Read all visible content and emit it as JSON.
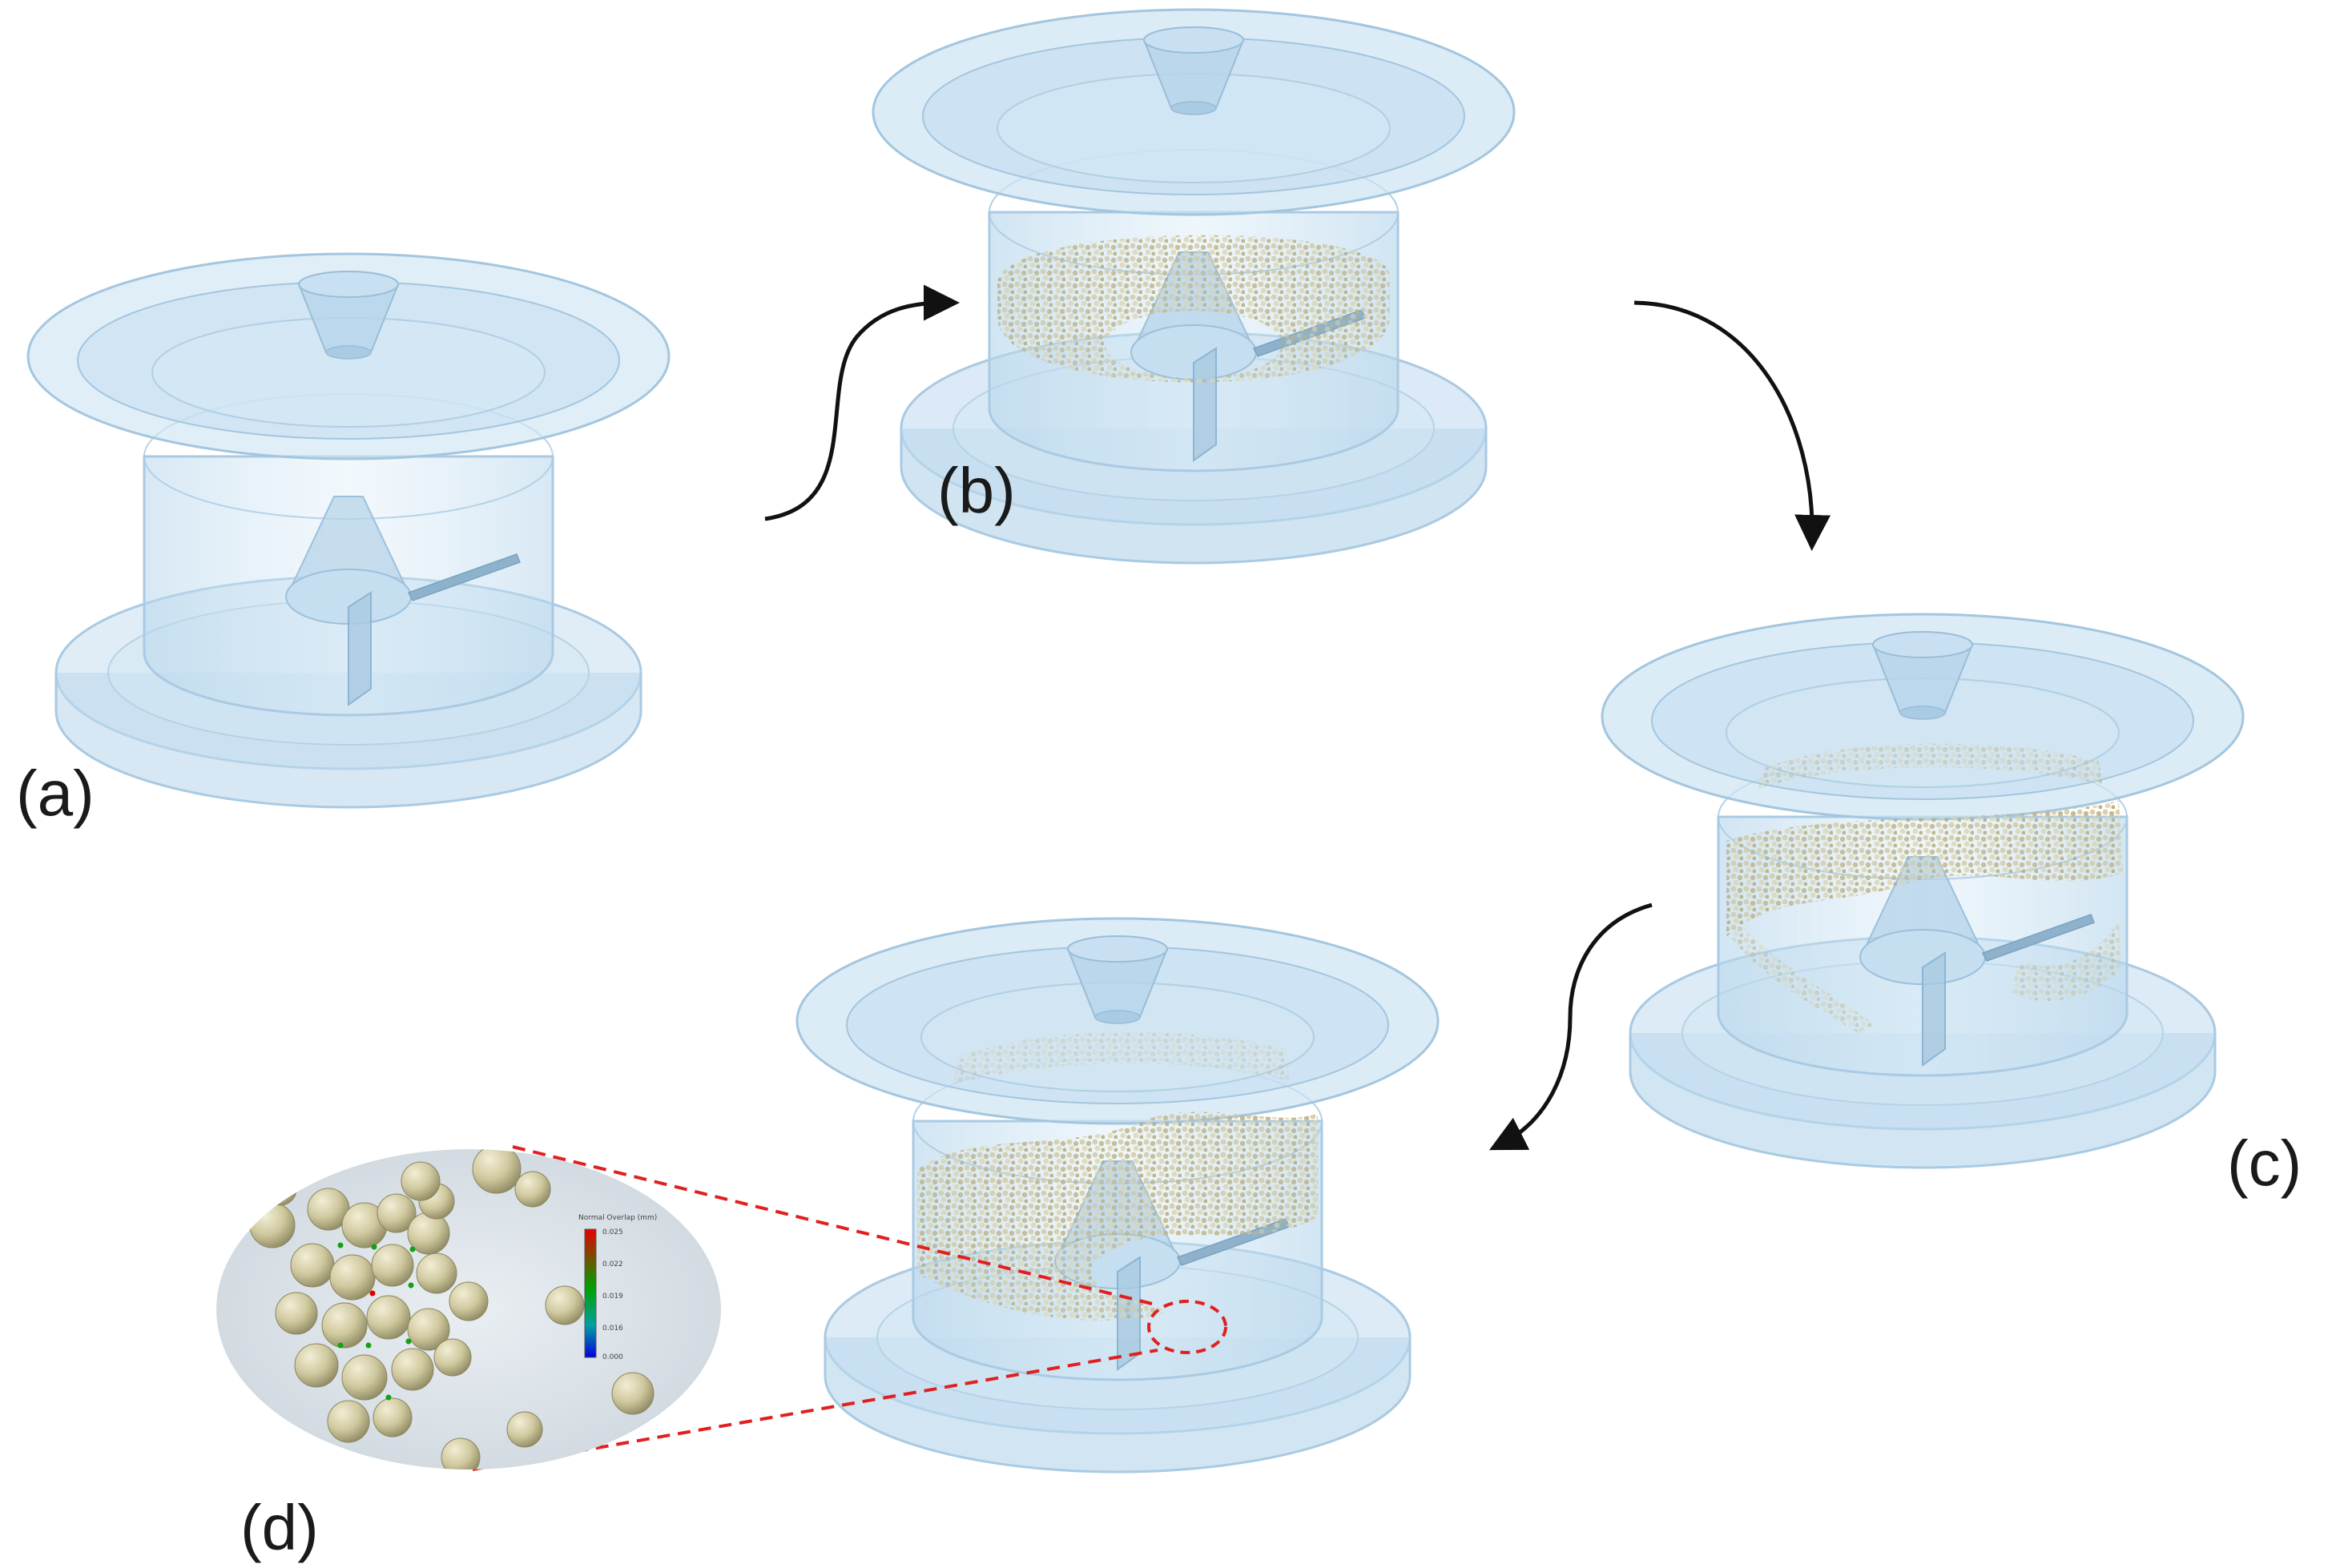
{
  "panels": [
    {
      "id": "a",
      "label": "(a)",
      "state": "empty"
    },
    {
      "id": "b",
      "label": "(b)",
      "state": "ring-fill"
    },
    {
      "id": "c",
      "label": "(c)",
      "state": "scattered-high"
    },
    {
      "id": "d",
      "label": "(d)",
      "state": "settled"
    }
  ],
  "inset": {
    "legend_title": "Normal Overlap (mm)",
    "legend_ticks": [
      "0.025",
      "0.022",
      "0.019",
      "0.016",
      "0.000"
    ]
  },
  "colors": {
    "glass": "#c9e2f3",
    "glass_edge": "#a7c8e0",
    "particles": "#cfc59a",
    "arrow": "#111111",
    "zoom_line": "#e02020"
  }
}
